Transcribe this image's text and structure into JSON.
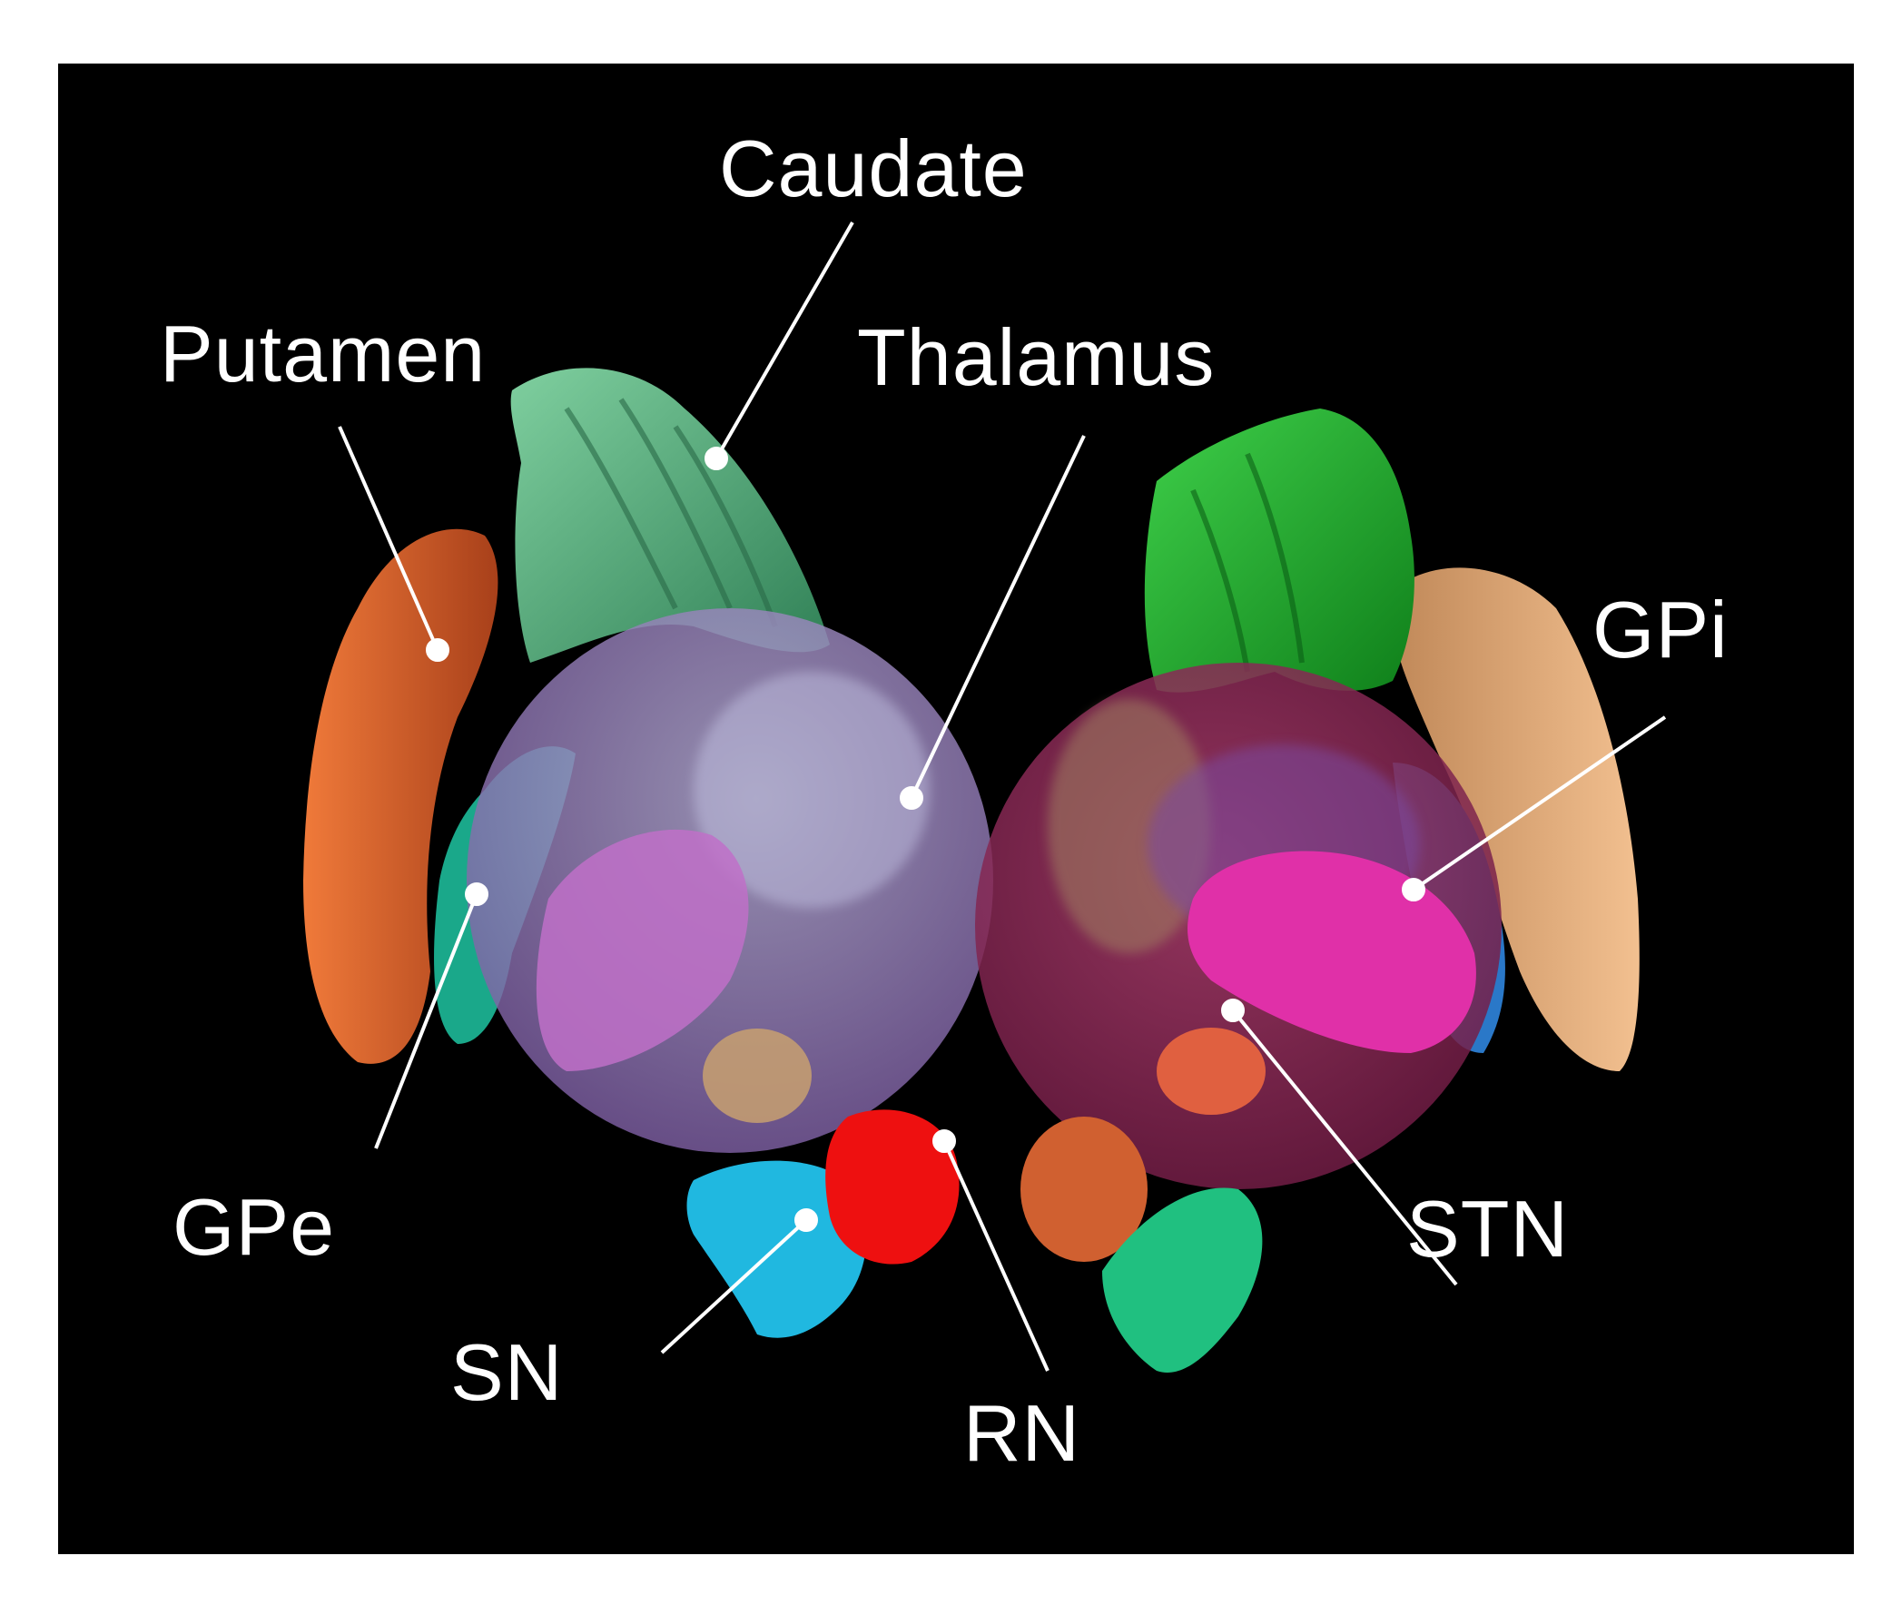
{
  "figure": {
    "background": "#000000",
    "labels": {
      "caudate": "Caudate",
      "putamen": "Putamen",
      "thalamus": "Thalamus",
      "gpi": "GPi",
      "gpe": "GPe",
      "sn": "SN",
      "rn": "RN",
      "stn": "STN"
    },
    "structure_colors": {
      "caudate_left": "#4fa07a",
      "caudate_right": "#1fa02a",
      "putamen_left": "#d85a22",
      "putamen_right": "#e0a878",
      "thalamus_left": "#8a6aaa",
      "thalamus_right": "#8a2050",
      "gpe_left": "#1aa88a",
      "gpe_right": "#2a78c8",
      "gpi_left": "#c070c8",
      "gpi_right": "#e030a8",
      "stn_left": "#c8a070",
      "stn_right": "#e06040",
      "rn_left": "#ee1010",
      "rn_right": "#d06030",
      "sn_left": "#20b8e0",
      "sn_right": "#20c080",
      "leader_lines": "#ffffff"
    }
  }
}
